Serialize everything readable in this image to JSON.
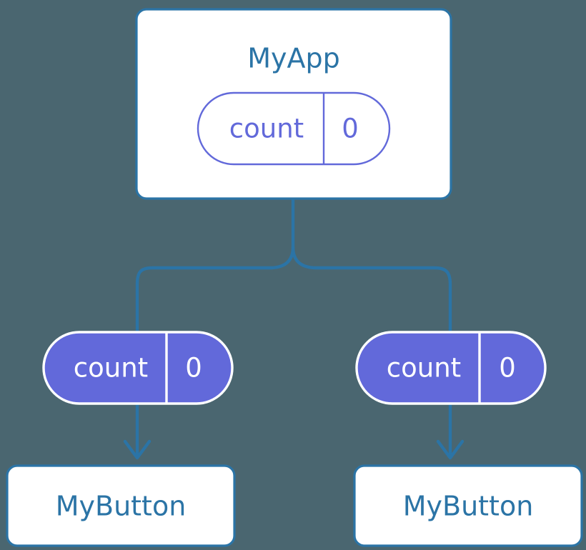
{
  "diagram": {
    "title_text": "",
    "background_color": "#4a6670",
    "accent_border_color": "#2b74a6",
    "state_fill_color": "#6269da",
    "card_fill_color": "#ffffff",
    "root": {
      "label": "MyApp",
      "state_chip": {
        "key": "count",
        "value": "0",
        "style": "outline"
      }
    },
    "branches": [
      {
        "side": "left",
        "state_chip": {
          "key": "count",
          "value": "0",
          "style": "filled"
        },
        "child": {
          "label": "MyButton"
        }
      },
      {
        "side": "right",
        "state_chip": {
          "key": "count",
          "value": "0",
          "style": "filled"
        },
        "child": {
          "label": "MyButton"
        }
      }
    ]
  }
}
